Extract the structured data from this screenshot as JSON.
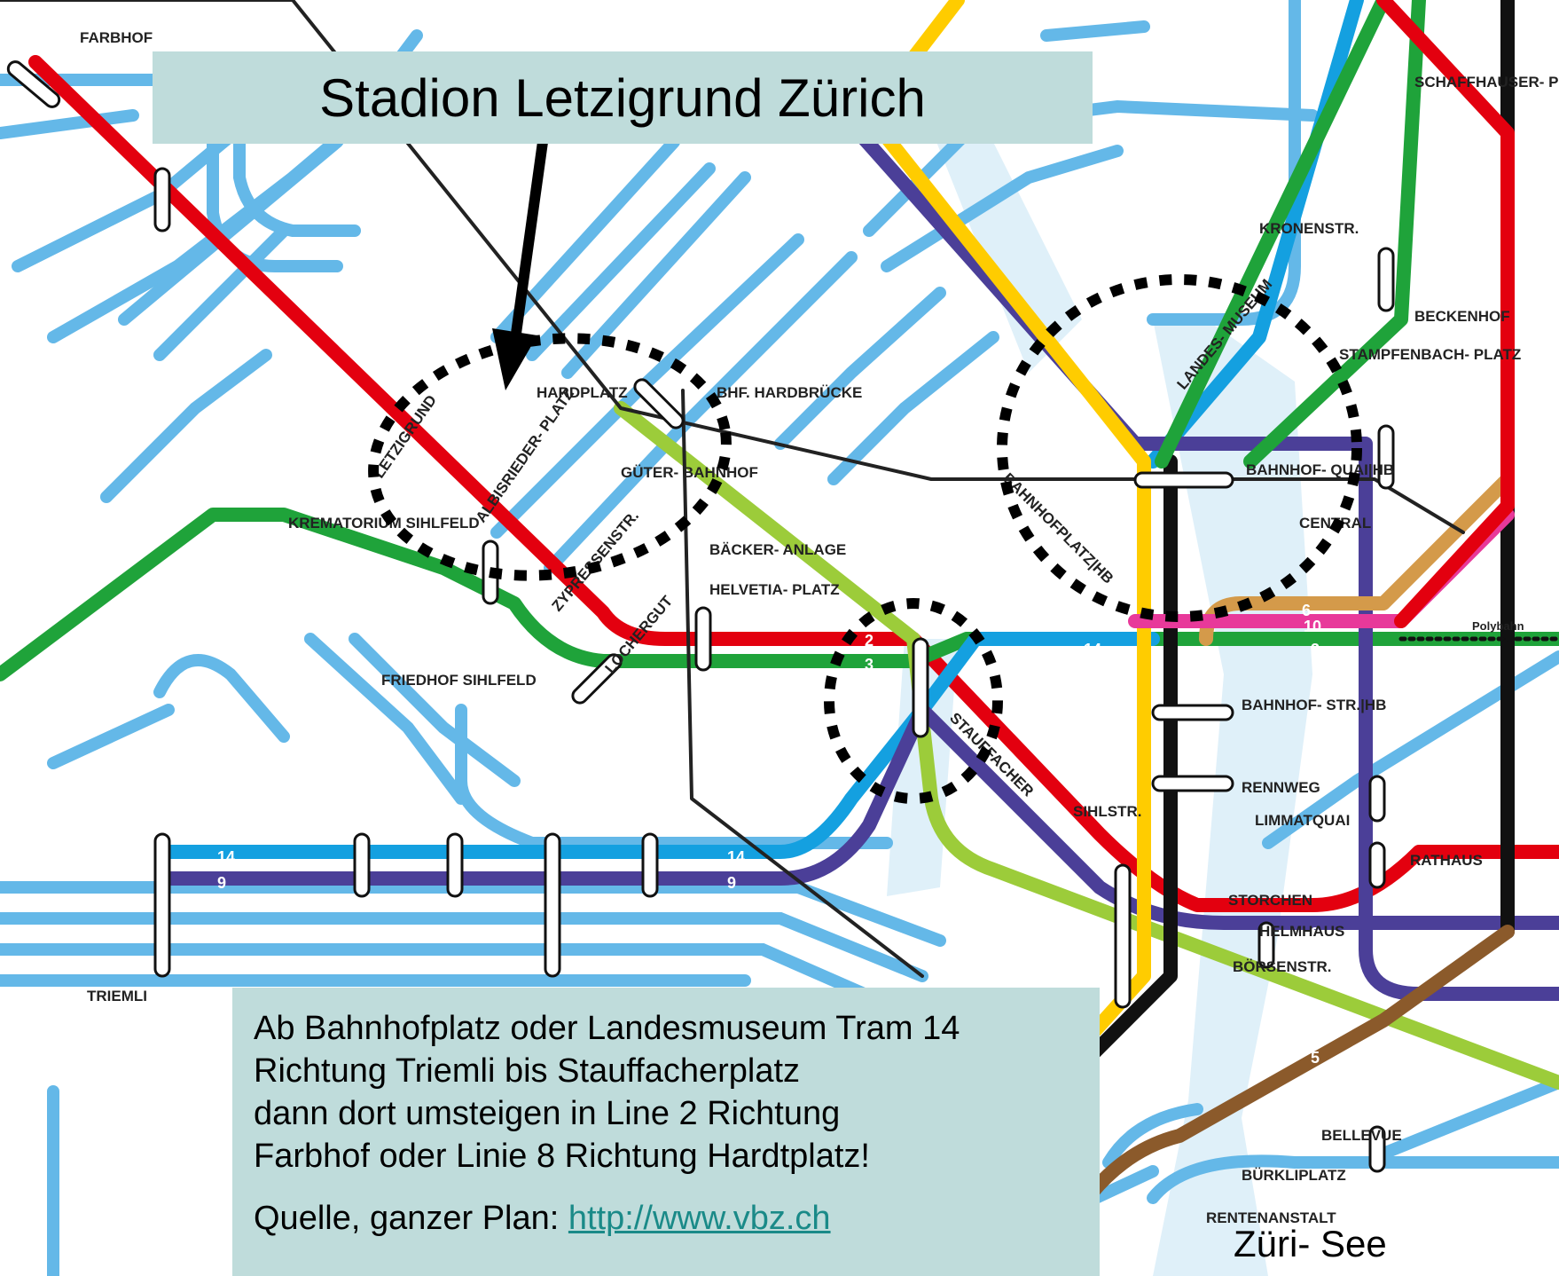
{
  "title": "Stadion Letzigrund Zürich",
  "directions": {
    "line1": "Ab Bahnhofplatz oder Landesmuseum Tram 14",
    "line2": "Richtung Triemli bis Stauffacherplatz",
    "line3": "dann dort umsteigen in Line 2 Richtung",
    "line4": "Farbhof oder Linie 8 Richtung Hardtplatz!",
    "source_label": "Quelle, ganzer Plan: ",
    "source_link": "http://www.vbz.ch"
  },
  "lake_label": "Züri- See",
  "colors": {
    "tram2": "#e3000f",
    "tram3": "#1fa33a",
    "tram4": "#4b3f98",
    "tram6": "#d49a4a",
    "tram7": "#111111",
    "tram8": "#9ccc3a",
    "tram10": "#e8399a",
    "tram11": "#1fa33a",
    "tram13": "#ffcc00",
    "tram14": "#14a0e0",
    "bus": "#64b8e8",
    "box": "#bfdcdb",
    "arrow": "#000000",
    "highlight": "#000000"
  },
  "stops": [
    {
      "id": "farbhof",
      "label": "FARBHOF"
    },
    {
      "id": "letzigrund",
      "label": "LETZIGRUND"
    },
    {
      "id": "hardplatz",
      "label": "HARDPLATZ"
    },
    {
      "id": "bhf-hardbruecke",
      "label": "BHF. HARDBRÜCKE"
    },
    {
      "id": "gueterbahnhof",
      "label": "GÜTER- BAHNHOF"
    },
    {
      "id": "albisriederplatz",
      "label": "ALBISRIEDER- PLATZ"
    },
    {
      "id": "krematorium",
      "label": "KREMATORIUM SIHLFELD"
    },
    {
      "id": "zypressenstr",
      "label": "ZYPRESSENSTR."
    },
    {
      "id": "lochergut",
      "label": "LOCHERGUT"
    },
    {
      "id": "baeckeranlage",
      "label": "BÄCKER- ANLAGE"
    },
    {
      "id": "helvetiaplatz",
      "label": "HELVETIA- PLATZ"
    },
    {
      "id": "stauffacher",
      "label": "STAUFFACHER"
    },
    {
      "id": "bahnhofquai",
      "label": "BAHNHOF- QUAI|HB"
    },
    {
      "id": "central",
      "label": "CENTRAL"
    },
    {
      "id": "bahnhofplatz",
      "label": "BAHNHOFPLATZ|HB"
    },
    {
      "id": "bahnhofstr",
      "label": "BAHNHOF- STR.|HB"
    },
    {
      "id": "rennweg",
      "label": "RENNWEG"
    },
    {
      "id": "rathaus",
      "label": "RATHAUS"
    },
    {
      "id": "helmhaus",
      "label": "HELMHAUS"
    },
    {
      "id": "boersenstr",
      "label": "BÖRSENSTR."
    },
    {
      "id": "bellevue",
      "label": "BELLEVUE"
    },
    {
      "id": "buerkliplatz",
      "label": "BÜRKLIPLATZ"
    },
    {
      "id": "rentenanstalt",
      "label": "RENTENANSTALT"
    },
    {
      "id": "landesmuseum",
      "label": "LANDES- MUSEUM"
    },
    {
      "id": "beckenhof",
      "label": "BECKENHOF"
    },
    {
      "id": "stampfenbachplatz",
      "label": "STAMPFENBACH- PLATZ"
    },
    {
      "id": "kronenstr",
      "label": "KRONENSTR."
    },
    {
      "id": "schaffhauserplatz",
      "label": "SCHAFFHAUSER- PLATZ"
    },
    {
      "id": "triemli",
      "label": "TRIEMLI"
    },
    {
      "id": "friedhof-sihlfeld",
      "label": "FRIEDHOF SIHLFELD"
    },
    {
      "id": "sihlstr",
      "label": "SIHLSTR."
    },
    {
      "id": "limmatquai",
      "label": "LIMMATQUAI"
    },
    {
      "id": "storchen",
      "label": "STORCHEN"
    },
    {
      "id": "polybahn",
      "label": "Polybahn"
    }
  ]
}
